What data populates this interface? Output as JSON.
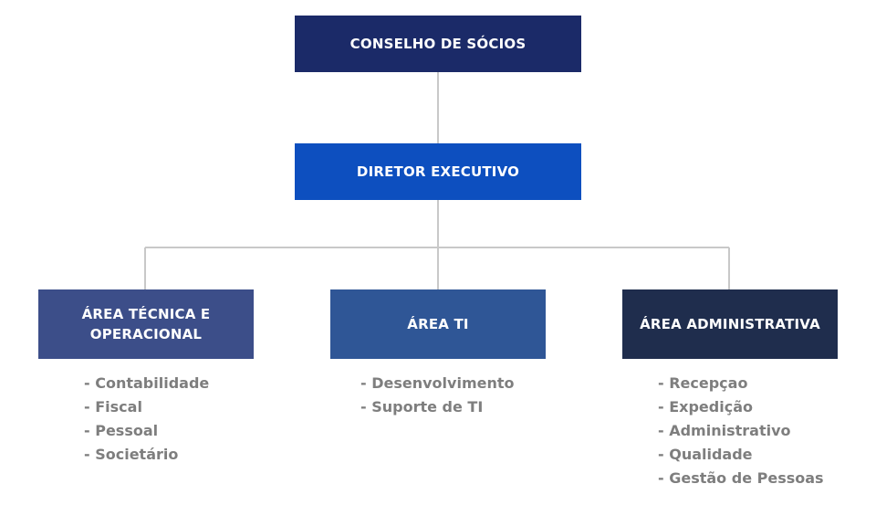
{
  "board": {
    "label": "CONSELHO DE SÓCIOS",
    "color": "#1b2a68"
  },
  "executive": {
    "label": "DIRETOR EXECUTIVO",
    "color": "#0d4fbf"
  },
  "areas": [
    {
      "label": "ÁREA TÉCNICA E OPERACIONAL",
      "color": "#3c4e89",
      "items": [
        "Contabilidade",
        "Fiscal",
        "Pessoal",
        "Societário"
      ]
    },
    {
      "label": "ÁREA TI",
      "color": "#2f5696",
      "items": [
        "Desenvolvimento",
        "Suporte de TI"
      ]
    },
    {
      "label": "ÁREA ADMINISTRATIVA",
      "color": "#1f2d4d",
      "items": [
        "Recepçao",
        "Expedição",
        "Administrativo",
        "Qualidade",
        "Gestão de Pessoas"
      ]
    }
  ],
  "connector_color": "#c8c8c8",
  "item_text_color": "#7e7e7e"
}
